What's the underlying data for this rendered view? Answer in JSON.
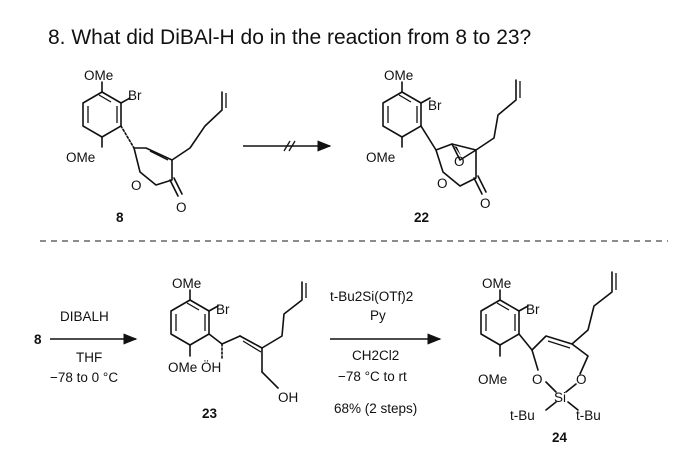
{
  "question": "8.  What did DiBAl-H do in the reaction from 8 to 23?",
  "labels": {
    "ome": "OMe",
    "br": "Br",
    "o": "O",
    "oh": "OH",
    "ome_oh": "OMe ÖH",
    "si": "Si",
    "tbu_left": "t-Bu",
    "tbu_right": "t-Bu"
  },
  "compounds": {
    "c8_top": "8",
    "c22": "22",
    "c8_start": "8",
    "c23": "23",
    "c24": "24"
  },
  "conditions": {
    "step1_reagent": "DIBALH",
    "step1_solvent": "THF",
    "step1_temp": "−78 to 0 °C",
    "step2_reagent": "t-Bu2Si(OTf)2",
    "step2_base": "Py",
    "step2_solvent": "CH2Cl2",
    "step2_temp": "−78 °C to rt",
    "step2_yield": "68% (2 steps)"
  }
}
